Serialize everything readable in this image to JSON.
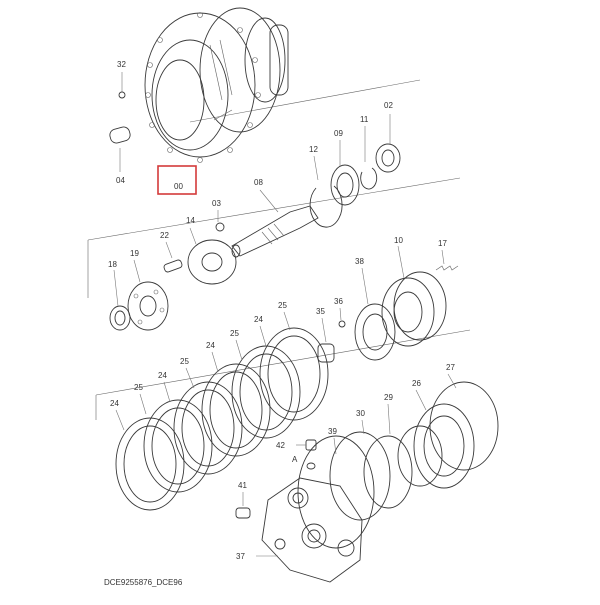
{
  "labels": {
    "p00": "00",
    "p02": "02",
    "p03": "03",
    "p04": "04",
    "p08": "08",
    "p09": "09",
    "p10": "10",
    "p11": "11",
    "p12": "12",
    "p14": "14",
    "p17": "17",
    "p18": "18",
    "p19": "19",
    "p22": "22",
    "p24a": "24",
    "p24b": "24",
    "p24c": "24",
    "p24d": "24",
    "p25a": "25",
    "p25b": "25",
    "p25c": "25",
    "p25d": "25",
    "p26": "26",
    "p27": "27",
    "p29": "29",
    "p30": "30",
    "p32": "32",
    "p35": "35",
    "p36": "36",
    "p37": "37",
    "p38": "38",
    "p39": "39",
    "p41": "41",
    "p42": "42",
    "pA": "A"
  },
  "highlight": {
    "part": "00",
    "color": "#d43a3a"
  },
  "footer": {
    "code": "DCE9255876_DCE96"
  }
}
